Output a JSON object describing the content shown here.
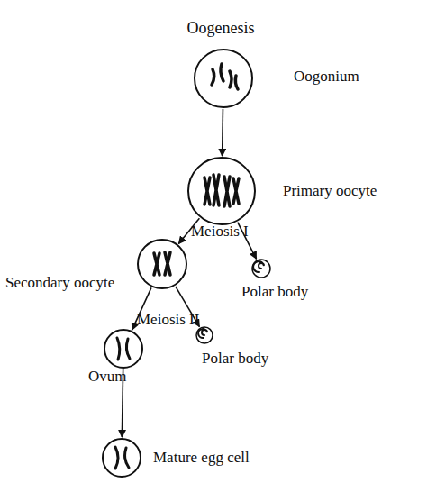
{
  "diagram": {
    "title": "Oogenesis",
    "nodes": [
      {
        "text": [
          "Oogonium"
        ]
      },
      {
        "text": [
          "Primary oocyte"
        ]
      },
      {
        "text": [
          "Secondary oocyte"
        ]
      },
      {
        "text": [
          "Polar body"
        ]
      },
      {
        "text": [
          "Ovum"
        ]
      },
      {
        "text": [
          "Polar body"
        ]
      },
      {
        "text": [
          "Mature egg cell"
        ]
      }
    ],
    "edges": [
      {
        "from": 0,
        "to": 1,
        "arrow": "to"
      },
      {
        "from": 1,
        "to": 2,
        "arrow": "to",
        "label": "Meiosis I"
      },
      {
        "from": 1,
        "to": 3,
        "arrow": "to"
      },
      {
        "from": 2,
        "to": 4,
        "arrow": "to",
        "label": "Meiosis II"
      },
      {
        "from": 2,
        "to": 5,
        "arrow": "to"
      },
      {
        "from": 4,
        "to": 6,
        "arrow": "to"
      }
    ]
  }
}
